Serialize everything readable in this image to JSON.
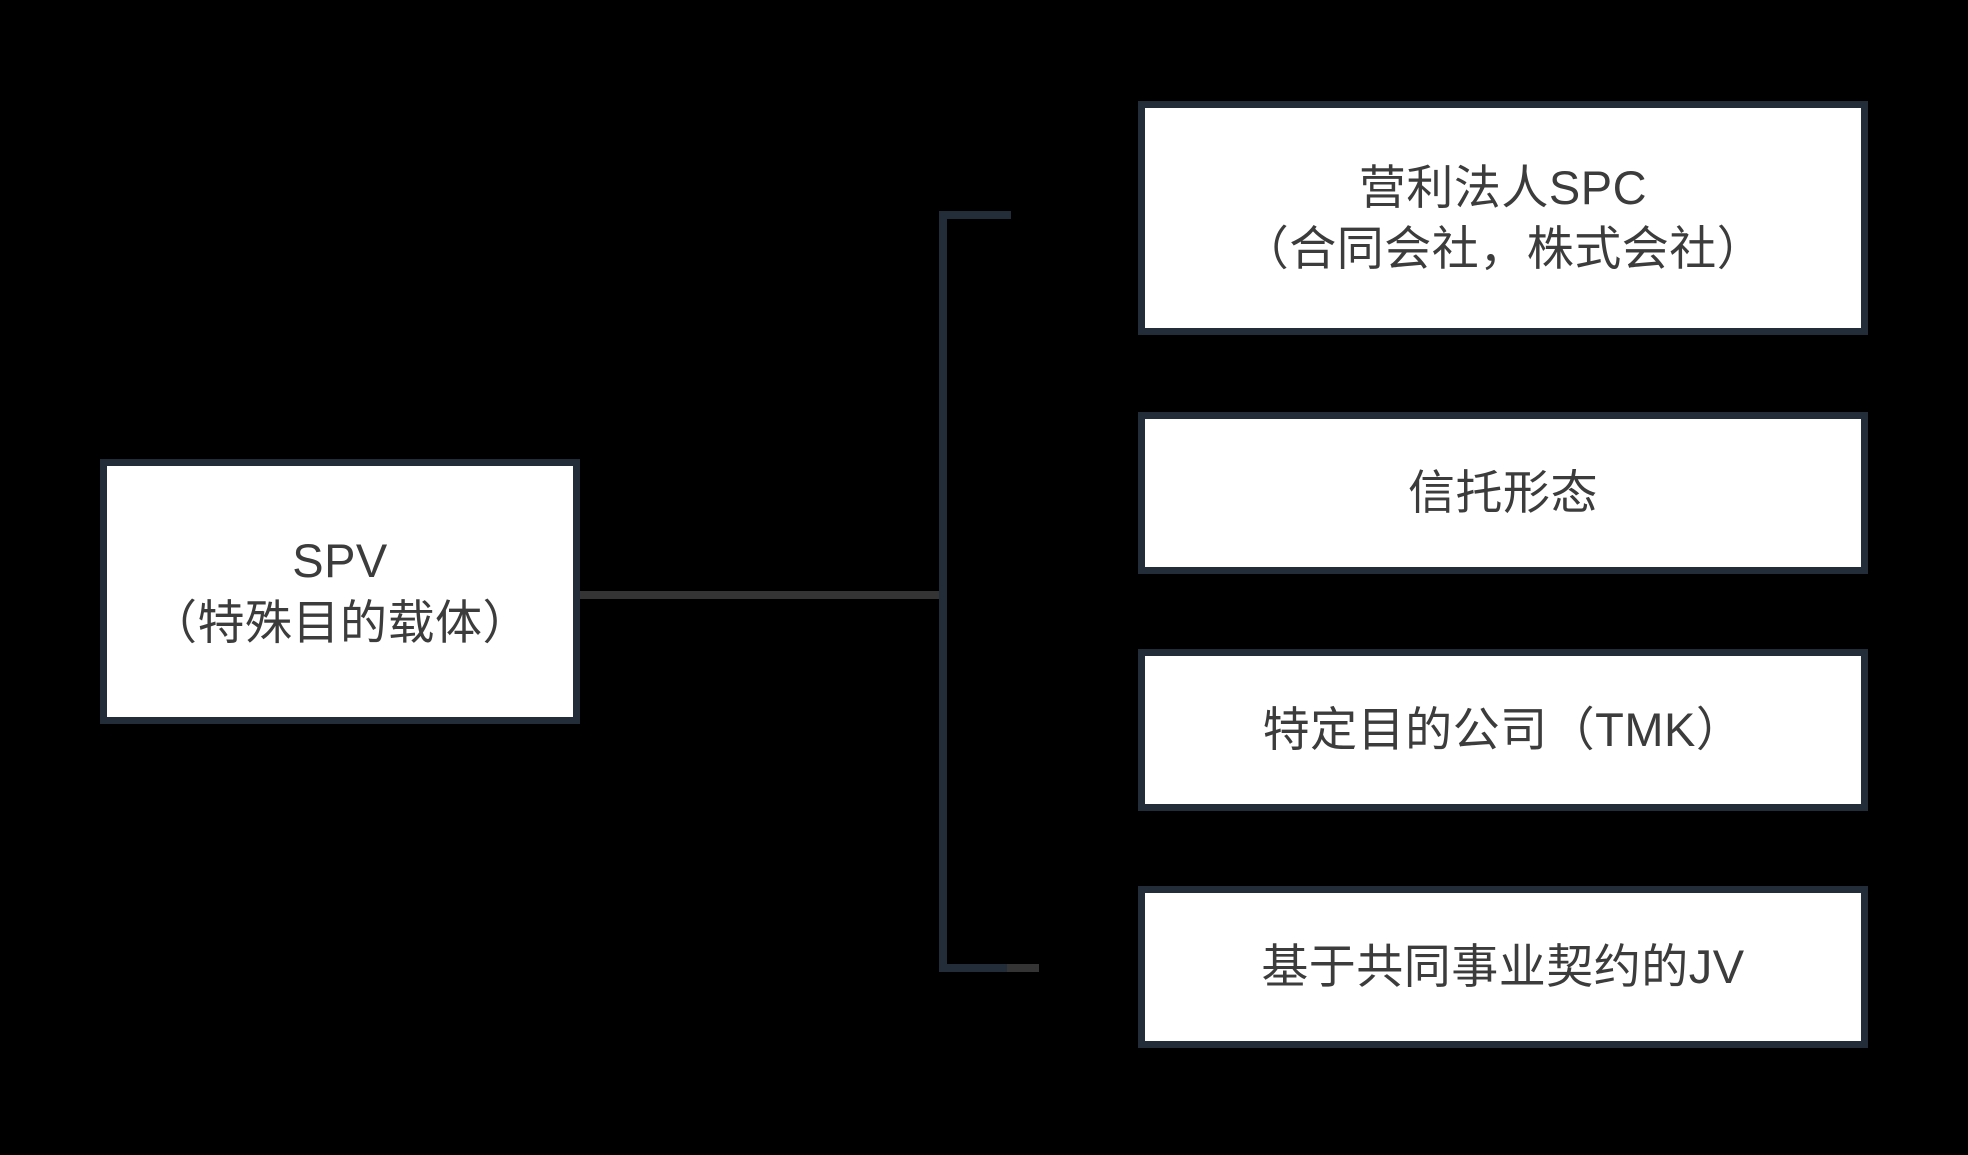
{
  "diagram": {
    "type": "org-tree",
    "orientation": "left-to-right",
    "background_color": "#000000",
    "box_fill_color": "#ffffff",
    "box_border_color": "#232d3a",
    "connector_color": "#232d3a",
    "text_color": "#3c3c3c",
    "root": {
      "id": "spv",
      "line1": "SPV",
      "line2": "（特殊目的载体）"
    },
    "children": [
      {
        "id": "spc",
        "line1": "营利法人SPC",
        "line2": "（合同会社，株式会社）"
      },
      {
        "id": "trust",
        "line1": "信托形态",
        "line2": ""
      },
      {
        "id": "tmk",
        "line1": "特定目的公司（TMK）",
        "line2": ""
      },
      {
        "id": "jv",
        "line1": "基于共同事业契约的JV",
        "line2": ""
      }
    ]
  }
}
